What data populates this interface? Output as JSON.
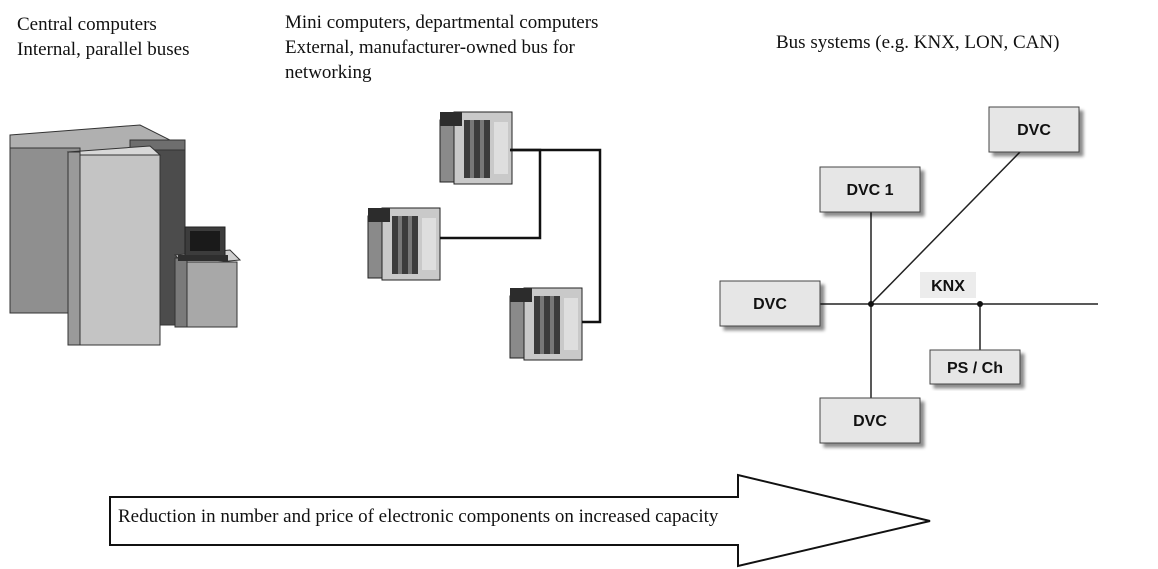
{
  "sections": {
    "central": {
      "line1": "Central computers",
      "line2": "Internal, parallel buses"
    },
    "mini": {
      "line1": "Mini computers, departmental computers",
      "line2": "External, manufacturer-owned bus  for",
      "line3": "networking"
    },
    "bus": {
      "title": "Bus systems (e.g. KNX, LON, CAN)"
    }
  },
  "bus_diagram": {
    "bus_label": "KNX",
    "devices": [
      "DVC",
      "DVC 1",
      "DVC",
      "DVC",
      "PS / Ch"
    ]
  },
  "arrow": {
    "text": "Reduction in number and price of electronic components on increased capacity"
  },
  "colors": {
    "box_fill": "#e6e6e6",
    "computer_light": "#c8c8c8",
    "computer_mid": "#9a9a9a",
    "computer_dark": "#3c3c3c"
  }
}
